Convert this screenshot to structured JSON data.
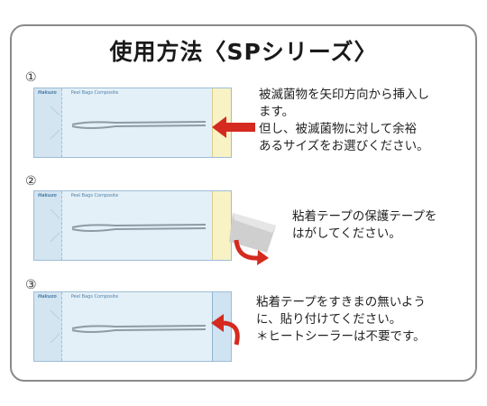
{
  "title": "使用方法〈SPシリーズ〉",
  "steps": [
    {
      "number": "①",
      "text_lines": [
        "被滅菌物を矢印方向から挿入し",
        "ます。",
        "但し、被滅菌物に対して余裕",
        "あるサイズをお選びください。"
      ]
    },
    {
      "number": "②",
      "text_lines": [
        "粘着テープの保護テープを",
        "はがしてください。"
      ]
    },
    {
      "number": "③",
      "text_lines": [
        "粘着テープをすきまの無いよう",
        "に、貼り付けてください。",
        "＊ヒートシーラーは不要です。"
      ]
    }
  ],
  "pouch": {
    "brand": "Hakuzo",
    "product": "Peel Bags Composite"
  },
  "colors": {
    "arrow_red": "#d42a1f",
    "pouch_blue": "#e4f0f8",
    "tape_yellow": "#f8f2c4"
  }
}
